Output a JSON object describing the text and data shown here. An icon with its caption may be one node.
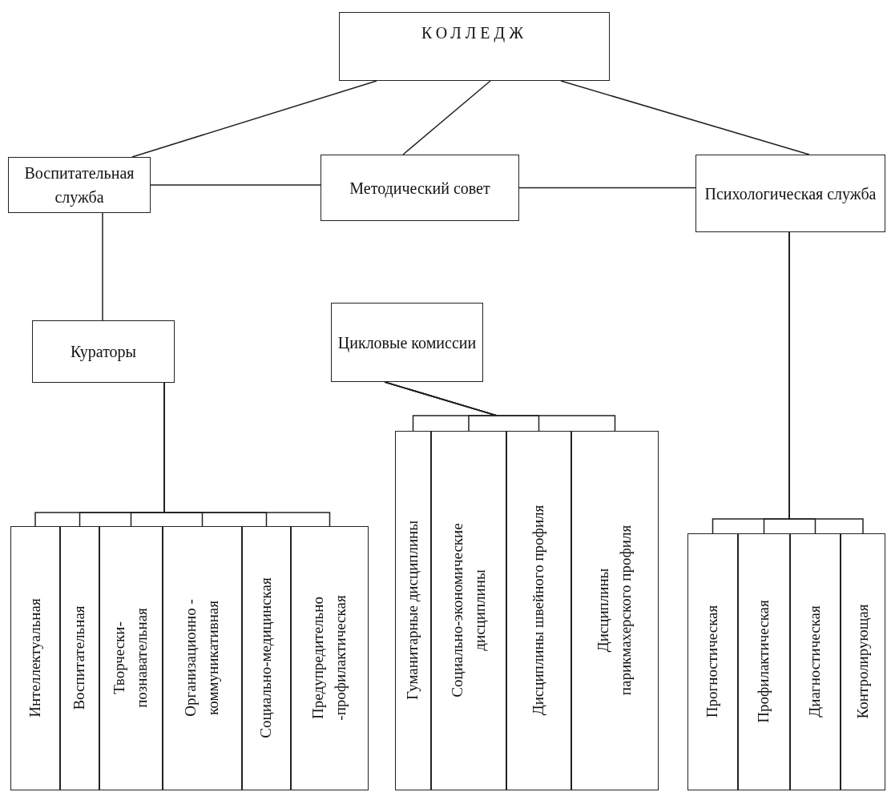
{
  "diagram": {
    "nodes": [
      {
        "text": [
          "КОЛЛЕДЖ"
        ]
      },
      {
        "text": [
          "Воспитательная служба"
        ]
      },
      {
        "text": [
          "Методический совет"
        ]
      },
      {
        "text": [
          "Психологическая служба"
        ]
      },
      {
        "text": [
          "Кураторы"
        ]
      },
      {
        "text": [
          "Цикловые комиссии"
        ]
      },
      {
        "text": [
          "Интеллектуальная"
        ]
      },
      {
        "text": [
          "Воспитательная"
        ]
      },
      {
        "text": [
          "Творчески- познавательная"
        ]
      },
      {
        "text": [
          "Организационно - коммуникативная"
        ]
      },
      {
        "text": [
          "Социально-медицинская"
        ]
      },
      {
        "text": [
          "Предупредительно -профилактическая"
        ]
      },
      {
        "text": [
          "Гуманитарные дисциплины"
        ]
      },
      {
        "text": [
          "Социально-экономические дисциплины"
        ]
      },
      {
        "text": [
          "Дисциплины швейного профиля"
        ]
      },
      {
        "text": [
          "Дисциплины парикмахерского профиля"
        ]
      },
      {
        "text": [
          "Прогностическая"
        ]
      },
      {
        "text": [
          "Профилактическая"
        ]
      },
      {
        "text": [
          "Диагностическая"
        ]
      },
      {
        "text": [
          "Контролирующая"
        ]
      }
    ],
    "edges": [
      {
        "from": 0,
        "to": 1,
        "arrow": "none"
      },
      {
        "from": 0,
        "to": 2,
        "arrow": "none"
      },
      {
        "from": 0,
        "to": 3,
        "arrow": "none"
      },
      {
        "from": 1,
        "to": 2,
        "arrow": "none"
      },
      {
        "from": 2,
        "to": 3,
        "arrow": "none"
      },
      {
        "from": 1,
        "to": 4,
        "arrow": "none"
      },
      {
        "from": 4,
        "to": 6,
        "arrow": "none"
      },
      {
        "from": 4,
        "to": 7,
        "arrow": "none"
      },
      {
        "from": 4,
        "to": 8,
        "arrow": "none"
      },
      {
        "from": 4,
        "to": 9,
        "arrow": "none"
      },
      {
        "from": 4,
        "to": 10,
        "arrow": "none"
      },
      {
        "from": 4,
        "to": 11,
        "arrow": "none"
      },
      {
        "from": 5,
        "to": 12,
        "arrow": "none"
      },
      {
        "from": 5,
        "to": 13,
        "arrow": "none"
      },
      {
        "from": 5,
        "to": 14,
        "arrow": "none"
      },
      {
        "from": 5,
        "to": 15,
        "arrow": "none"
      },
      {
        "from": 3,
        "to": 16,
        "arrow": "none"
      },
      {
        "from": 3,
        "to": 17,
        "arrow": "none"
      },
      {
        "from": 3,
        "to": 18,
        "arrow": "none"
      },
      {
        "from": 3,
        "to": 19,
        "arrow": "none"
      }
    ]
  }
}
